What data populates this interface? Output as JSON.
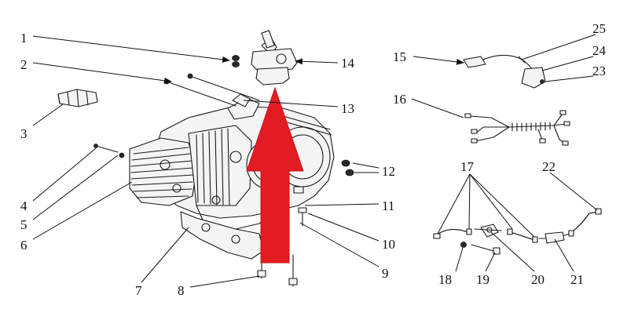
{
  "diagram": {
    "accent_color": "#e31b23",
    "callouts": [
      {
        "id": "1",
        "label": "1"
      },
      {
        "id": "2",
        "label": "2"
      },
      {
        "id": "3",
        "label": "3"
      },
      {
        "id": "4",
        "label": "4"
      },
      {
        "id": "5",
        "label": "5"
      },
      {
        "id": "6",
        "label": "6"
      },
      {
        "id": "7",
        "label": "7"
      },
      {
        "id": "8",
        "label": "8"
      },
      {
        "id": "9",
        "label": "9"
      },
      {
        "id": "10",
        "label": "10"
      },
      {
        "id": "11",
        "label": "11"
      },
      {
        "id": "12",
        "label": "12"
      },
      {
        "id": "13",
        "label": "13"
      },
      {
        "id": "14",
        "label": "14"
      },
      {
        "id": "15",
        "label": "15"
      },
      {
        "id": "16",
        "label": "16"
      },
      {
        "id": "17",
        "label": "17"
      },
      {
        "id": "18",
        "label": "18"
      },
      {
        "id": "19",
        "label": "19"
      },
      {
        "id": "20",
        "label": "20"
      },
      {
        "id": "21",
        "label": "21"
      },
      {
        "id": "22",
        "label": "22"
      },
      {
        "id": "23",
        "label": "23"
      },
      {
        "id": "24",
        "label": "24"
      },
      {
        "id": "25",
        "label": "25"
      }
    ]
  }
}
